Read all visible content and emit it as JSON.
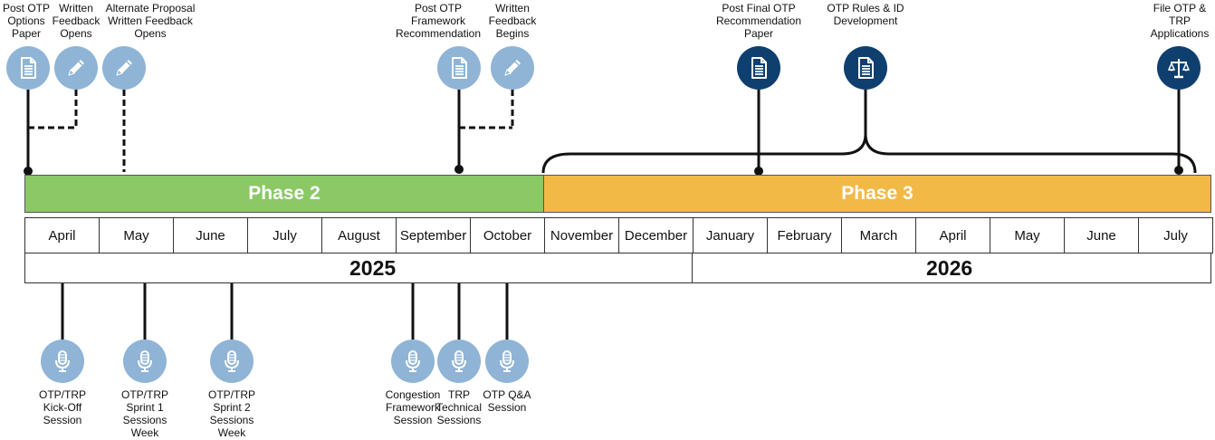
{
  "phases": [
    {
      "label": "Phase 2",
      "color": "#8bc866"
    },
    {
      "label": "Phase 3",
      "color": "#f2b947"
    }
  ],
  "months": [
    "April",
    "May",
    "June",
    "July",
    "August",
    "September",
    "October",
    "November",
    "December",
    "January",
    "February",
    "March",
    "April",
    "May",
    "June",
    "July"
  ],
  "years": [
    "2025",
    "2026"
  ],
  "colors": {
    "icon_light": "#8fb4d6",
    "icon_dark": "#0e3f6e"
  },
  "top_events": [
    {
      "label": "Post OTP\nOptions\nPaper",
      "icon": "document-icon",
      "style": "light"
    },
    {
      "label": "Written\nFeedback\nOpens",
      "icon": "pencil-icon",
      "style": "light"
    },
    {
      "label": "Alternate Proposal\nWritten Feedback\nOpens",
      "icon": "pencil-icon",
      "style": "light"
    },
    {
      "label": "Post OTP\nFramework\nRecommendation",
      "icon": "document-icon",
      "style": "light"
    },
    {
      "label": "Written\nFeedback\nBegins",
      "icon": "pencil-icon",
      "style": "light"
    },
    {
      "label": "Post Final OTP\nRecommendation\nPaper",
      "icon": "document-icon",
      "style": "dark"
    },
    {
      "label": "OTP Rules & ID\nDevelopment",
      "icon": "document-icon",
      "style": "dark"
    },
    {
      "label": "File OTP &\nTRP\nApplications",
      "icon": "scales-icon",
      "style": "dark"
    }
  ],
  "bottom_events": [
    {
      "label": "OTP/TRP\nKick-Off\nSession",
      "icon": "microphone-icon"
    },
    {
      "label": "OTP/TRP\nSprint 1\nSessions\nWeek",
      "icon": "microphone-icon"
    },
    {
      "label": "OTP/TRP\nSprint 2\nSessions\nWeek",
      "icon": "microphone-icon"
    },
    {
      "label": "Congestion\nFramework\nSession",
      "icon": "microphone-icon"
    },
    {
      "label": "TRP\nTechnical\nSessions",
      "icon": "microphone-icon"
    },
    {
      "label": "OTP Q&A\nSession",
      "icon": "microphone-icon"
    }
  ]
}
